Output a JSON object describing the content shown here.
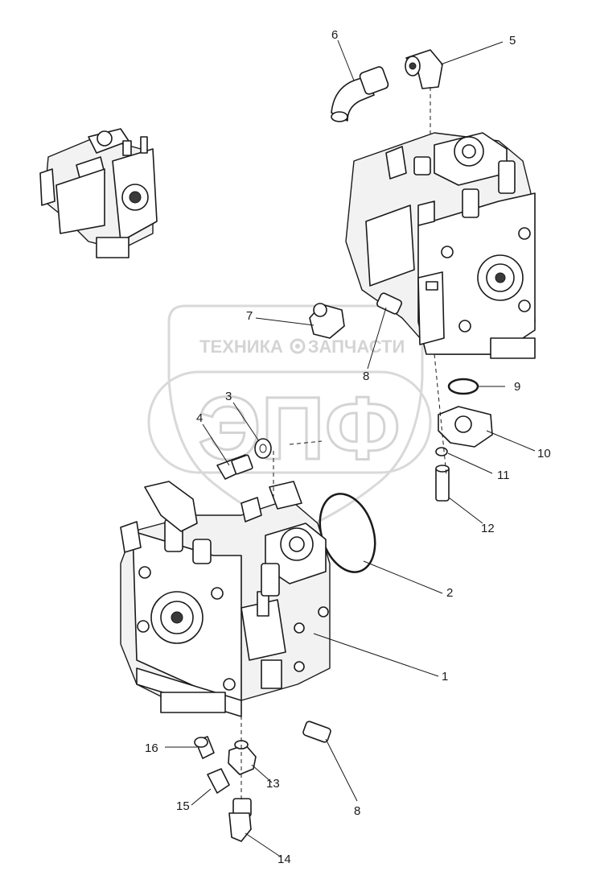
{
  "watermark": {
    "top_left": "ТЕХНИКА",
    "top_right": "ЗАПЧАСТИ",
    "main": "ЭПФ"
  },
  "callouts": [
    {
      "id": "callout-1",
      "text": "1"
    },
    {
      "id": "callout-2",
      "text": "2"
    },
    {
      "id": "callout-3",
      "text": "3"
    },
    {
      "id": "callout-4",
      "text": "4"
    },
    {
      "id": "callout-5",
      "text": "5"
    },
    {
      "id": "callout-6",
      "text": "6"
    },
    {
      "id": "callout-7",
      "text": "7"
    },
    {
      "id": "callout-8-upper",
      "text": "8"
    },
    {
      "id": "callout-8-lower",
      "text": "8"
    },
    {
      "id": "callout-9",
      "text": "9"
    },
    {
      "id": "callout-10",
      "text": "10"
    },
    {
      "id": "callout-11",
      "text": "11"
    },
    {
      "id": "callout-12",
      "text": "12"
    },
    {
      "id": "callout-13",
      "text": "13"
    },
    {
      "id": "callout-14",
      "text": "14"
    },
    {
      "id": "callout-15",
      "text": "15"
    },
    {
      "id": "callout-16",
      "text": "16"
    }
  ],
  "colors": {
    "line": "#1a1a1a",
    "watermark": "#d4d4d4",
    "background": "#ffffff"
  }
}
